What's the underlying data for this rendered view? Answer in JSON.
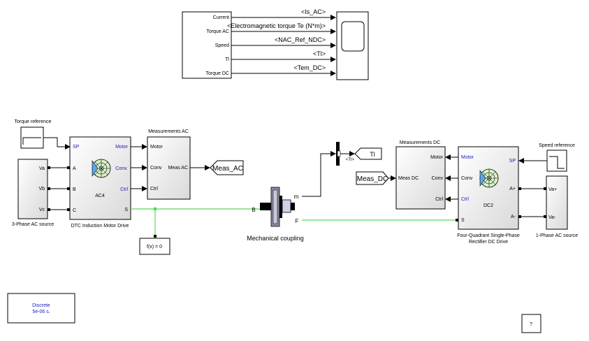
{
  "scope_mux": {
    "ports": [
      "Current",
      "Torque AC",
      "Speed",
      "Tl",
      "Torque DC"
    ]
  },
  "scope_signals": [
    "<Is_AC>",
    "<Electromagnetic torque Te (N*m)>",
    "<NAC_Ref_NDC>",
    "<Tl>",
    "<Tem_DC>"
  ],
  "torque_reference": {
    "label": "Torque reference"
  },
  "ac_source": {
    "label": "3-Phase AC source",
    "ports": [
      "Va",
      "Vb",
      "Vc"
    ]
  },
  "ac_drive": {
    "label": "DTC Induction Motor Drive",
    "name": "AC4",
    "inputs": [
      "SP",
      "A",
      "B",
      "C"
    ],
    "outputs": [
      "Motor",
      "Conv.",
      "Ctrl",
      "S"
    ]
  },
  "meas_ac": {
    "label": "Measurements AC",
    "inputs": [
      "Motor",
      "Conv",
      "Ctrl"
    ],
    "output": "Meas AC"
  },
  "goto_meas_ac": {
    "tag": "Meas_AC"
  },
  "fx_block": {
    "text": "f(x) = 0"
  },
  "coupling": {
    "label": "Mechanical coupling",
    "ports": [
      "B",
      "F",
      "m"
    ]
  },
  "tl_selector": {
    "label": "<Tl>"
  },
  "goto_tl": {
    "tag": "Tl"
  },
  "from_meas_dc": {
    "tag": "Meas_DC"
  },
  "meas_dc": {
    "label": "Measurements DC",
    "input": "Meas DC",
    "outputs": [
      "Motor",
      "Conv",
      "Ctrl"
    ]
  },
  "dc_drive": {
    "label_line1": "Four-Quadrant Single-Phase",
    "label_line2": "Rectifier DC Drive",
    "name": "DC2",
    "left_ports": [
      "Motor",
      "Conv",
      "Ctrl",
      "S"
    ],
    "right_ports": [
      "SP",
      "A+",
      "A-"
    ]
  },
  "speed_reference": {
    "label": "Speed reference"
  },
  "dc_source": {
    "label": "1-Phase AC source",
    "ports": [
      "Va+",
      "Va-"
    ]
  },
  "powergui": {
    "line1": "Discrete",
    "line2": "5e-06 s."
  },
  "help_block": {
    "text": "?"
  },
  "colors": {
    "power_line": "#5cd65c",
    "port_label": "#1a1ac0",
    "block_gradient_start": "#ffffff",
    "block_gradient_end": "#d9d9d9"
  }
}
